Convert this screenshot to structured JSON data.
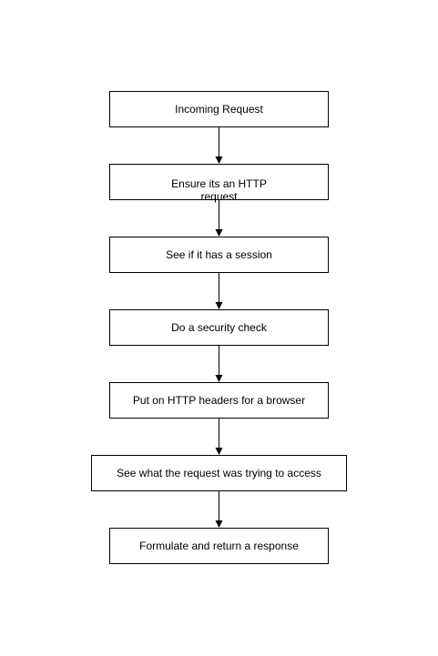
{
  "flowchart": {
    "steps": [
      {
        "label": "Incoming Request"
      },
      {
        "label": "Ensure its an HTTP request"
      },
      {
        "label": "See if it has a session"
      },
      {
        "label": "Do a security check"
      },
      {
        "label": "Put on HTTP headers for a browser"
      },
      {
        "label": "See what the request was trying to access"
      },
      {
        "label": "Formulate and return a response"
      }
    ],
    "colors": {
      "stroke": "#000000",
      "fill": "#ffffff"
    }
  }
}
